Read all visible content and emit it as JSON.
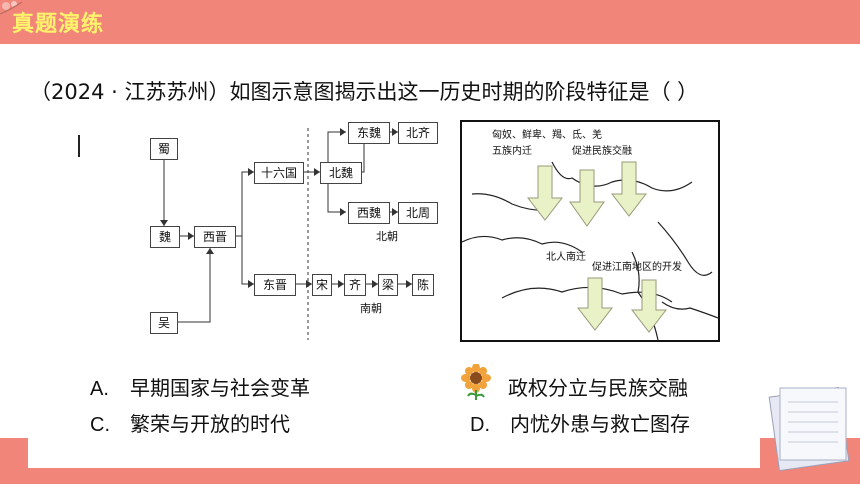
{
  "header": {
    "title": "真题演练"
  },
  "question": {
    "text": "（2024 · 江苏苏州）如图示意图揭示出这一历史时期的阶段特征是（      ）"
  },
  "diagram": {
    "nodes": {
      "shu": "蜀",
      "wei": "魏",
      "wu": "吴",
      "xijin": "西晋",
      "shiliuguo": "十六国",
      "beiwei": "北魏",
      "dongwei": "东魏",
      "beiqi": "北齐",
      "xiwei": "西魏",
      "beizhou": "北周",
      "dongjin": "东晋",
      "song": "宋",
      "qi": "齐",
      "liang": "梁",
      "chen": "陈"
    },
    "labels": {
      "beichao": "北朝",
      "nanchao": "南朝"
    }
  },
  "map": {
    "line1": "匈奴、鲜卑、羯、氐、羌",
    "line2": "五族内迁",
    "line3": "促进民族交融",
    "line4": "北人南迁",
    "line5": "促进江南地区的开发"
  },
  "options": [
    {
      "letter": "A.",
      "text": "早期国家与社会变革"
    },
    {
      "letter": "",
      "text": "政权分立与民族交融"
    },
    {
      "letter": "C.",
      "text": "繁荣与开放的时代"
    },
    {
      "letter": "D.",
      "text": "内忧外患与救亡图存"
    }
  ]
}
